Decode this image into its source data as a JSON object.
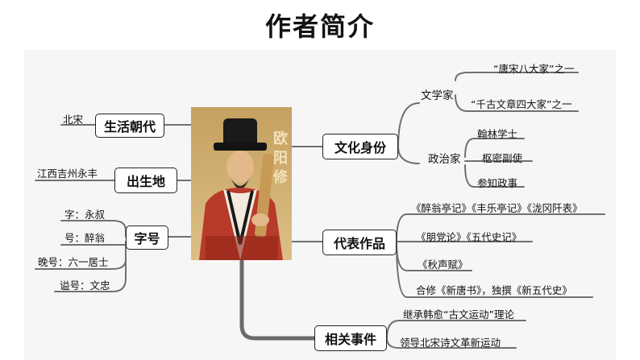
{
  "title": "作者简介",
  "portrait": {
    "name_chars": [
      "欧",
      "阳",
      "修"
    ]
  },
  "left": {
    "era": {
      "label": "生活朝代",
      "leaves": [
        "北宋"
      ]
    },
    "birthplace": {
      "label": "出生地",
      "leaves": [
        "江西吉州永丰"
      ]
    },
    "names": {
      "label": "字号",
      "leaves": [
        "字：永叔",
        "号：醉翁",
        "晚号：六一居士",
        "谥号：文忠"
      ]
    }
  },
  "right": {
    "identity": {
      "label": "文化身份",
      "groups": [
        {
          "label": "文学家",
          "leaves": [
            "“唐宋八大家”之一",
            "“千古文章四大家”之一"
          ]
        },
        {
          "label": "政治家",
          "leaves": [
            "翰林学士",
            "枢密副使",
            "参知政事"
          ]
        }
      ]
    },
    "works": {
      "label": "代表作品",
      "leaves": [
        "《醉翁亭记》《丰乐亭记》《泷冈阡表》",
        "《朋党论》《五代史记》",
        "《秋声赋》",
        "合修《新唐书》，独撰《新五代史》"
      ]
    },
    "events": {
      "label": "相关事件",
      "leaves": [
        "继承韩愈“古文运动”理论",
        "领导北宋诗文革新运动"
      ]
    }
  },
  "colors": {
    "connector": "#707070",
    "thick_connector": "#6a6a6a",
    "box_border": "#222222",
    "panel": "#f6f6f6"
  }
}
